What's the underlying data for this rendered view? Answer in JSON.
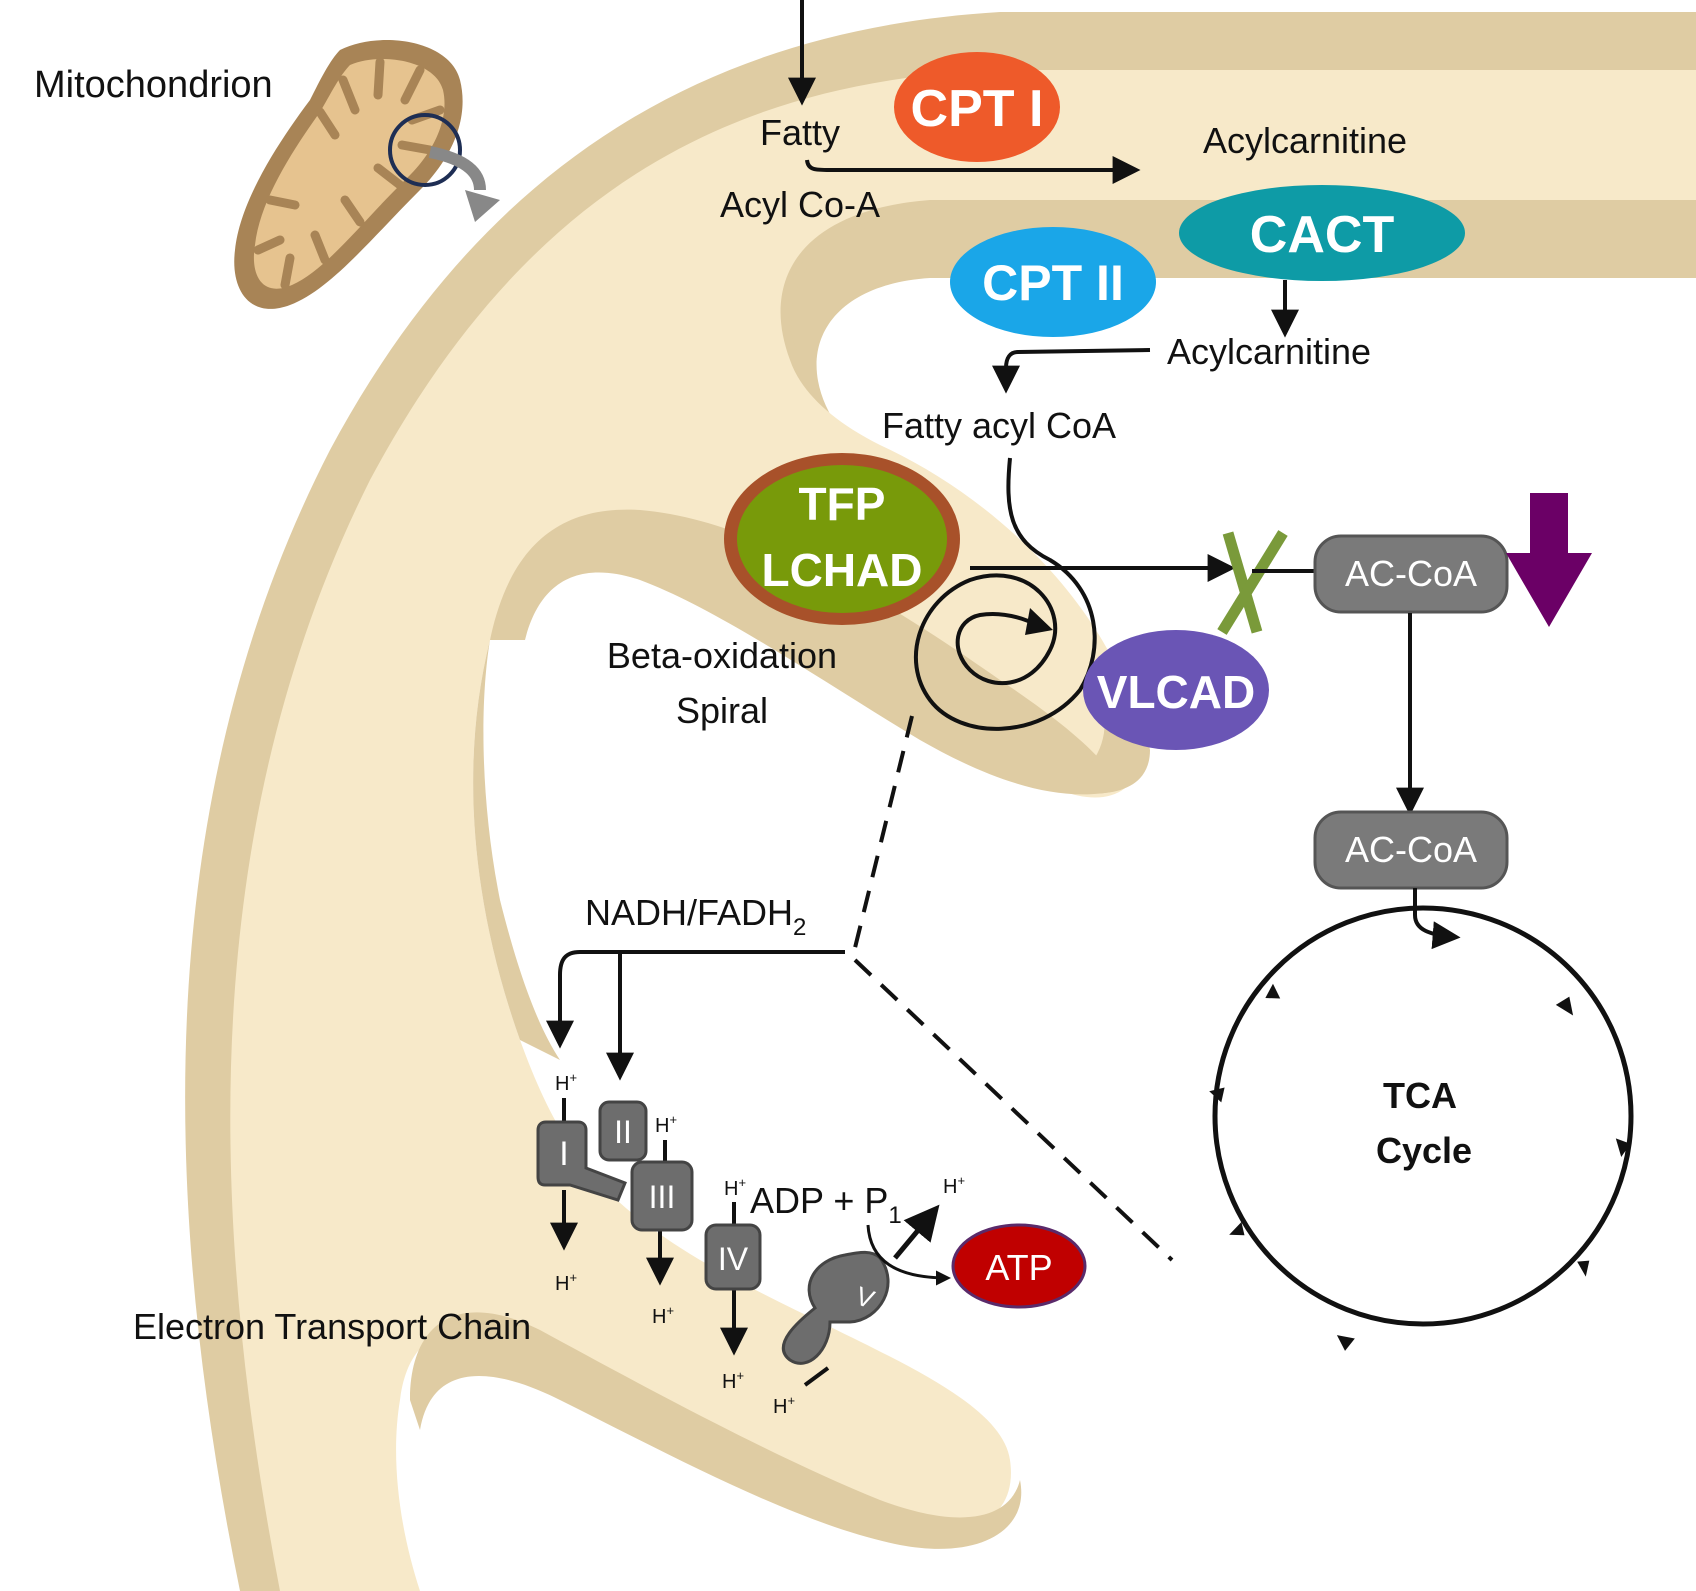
{
  "labels": {
    "mitochondrion": "Mitochondrion",
    "fatty": "Fatty",
    "acyl_coa": "Acyl Co-A",
    "acylcarnitine_top": "Acylcarnitine",
    "acylcarnitine_inner": "Acylcarnitine",
    "fatty_acyl_coa": "Fatty acyl CoA",
    "beta_oxidation": "Beta-oxidation",
    "spiral": "Spiral",
    "nadh_fadh": "NADH/FADH",
    "nadh_sub": "2",
    "etc": "Electron Transport Chain",
    "adp": "ADP + P",
    "adp_sub": "1",
    "tca_line1": "TCA",
    "tca_line2": "Cycle",
    "h_plus": "H",
    "h_sup": "+"
  },
  "enzymes": {
    "cpt1": "CPT I",
    "cpt2": "CPT II",
    "cact": "CACT",
    "tfp": "TFP",
    "lchad": "LCHAD",
    "vlcad": "VLCAD",
    "atp": "ATP"
  },
  "ac_coa": {
    "top": "AC-CoA",
    "bottom": "AC-CoA"
  },
  "complexes": {
    "c1": "I",
    "c2": "II",
    "c3": "III",
    "c4": "IV",
    "c5": "V"
  },
  "colors": {
    "membrane": "#DFCCA3",
    "matrix": "#F7E9C9",
    "cpt1": "#EE5A2A",
    "cpt2": "#1AA6E8",
    "cact": "#0E9BA6",
    "tfp_fill": "#789A0A",
    "tfp_ring": "#A8512A",
    "vlcad": "#6A55B5",
    "atp": "#C00000",
    "complex": "#6D6D6D",
    "down_arrow": "#6B0066",
    "block_x": "#7A9A3A"
  }
}
